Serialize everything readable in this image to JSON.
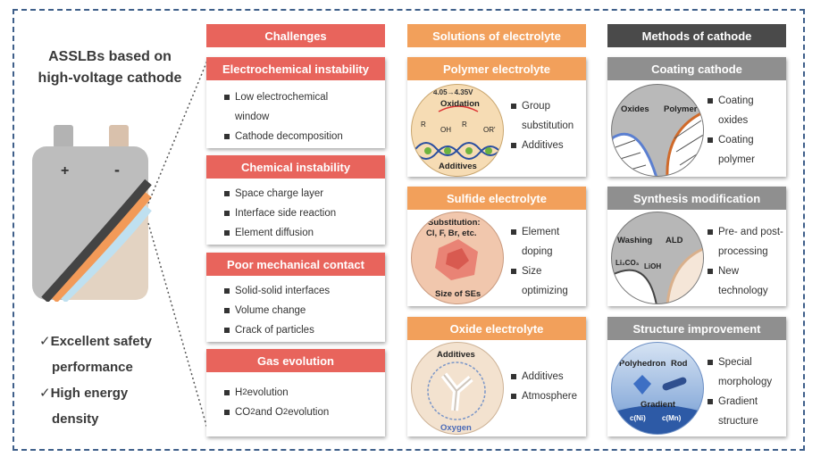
{
  "left": {
    "title_line1": "ASSLBs based on",
    "title_line2": "high-voltage cathode",
    "plus": "+",
    "minus": "-",
    "advantages": [
      {
        "line1": "Excellent safety",
        "line2": "performance"
      },
      {
        "line1": "High energy",
        "line2": "density"
      }
    ],
    "check": "✓"
  },
  "headers": {
    "challenges": "Challenges",
    "solutions": "Solutions of electrolyte",
    "methods": "Methods of cathode"
  },
  "challenges": [
    {
      "title": "Electrochemical instability",
      "items": [
        [
          "Low electrochemical",
          "window"
        ],
        [
          "Cathode decomposition"
        ]
      ]
    },
    {
      "title": "Chemical instability",
      "items": [
        [
          "Space charge layer"
        ],
        [
          "Interface side reaction"
        ],
        [
          "Element diffusion"
        ]
      ]
    },
    {
      "title": "Poor mechanical contact",
      "items": [
        [
          "Solid-solid interfaces"
        ],
        [
          "Volume change"
        ],
        [
          "Crack of particles"
        ]
      ]
    },
    {
      "title": "Gas evolution",
      "items": [
        [
          "H",
          "2",
          " evolution"
        ],
        [
          "CO",
          "2",
          " and O",
          "2",
          " evolution"
        ]
      ]
    }
  ],
  "solutions": [
    {
      "title": "Polymer electrolyte",
      "items": [
        [
          "Group",
          "substitution"
        ],
        [
          "Additives"
        ]
      ],
      "labels": {
        "voltage": "4.05→4.35V",
        "oxidation": "Oxidation",
        "additives": "Additives",
        "r1": "R",
        "oh": "OH",
        "r2": "R",
        "or": "OR'"
      }
    },
    {
      "title": "Sulfide electrolyte",
      "items": [
        [
          "Element",
          "doping"
        ],
        [
          "Size",
          "optimizing"
        ]
      ],
      "labels": {
        "substitution": "Substitution:",
        "elements": "Cl, F, Br, etc.",
        "size": "Size of SEs"
      }
    },
    {
      "title": "Oxide electrolyte",
      "items": [
        [
          "Additives"
        ],
        [
          "Atmosphere"
        ]
      ],
      "labels": {
        "additives": "Additives",
        "oxygen": "Oxygen"
      }
    }
  ],
  "methods": [
    {
      "title": "Coating cathode",
      "items": [
        [
          "Coating",
          "oxides"
        ],
        [
          "Coating",
          "polymer"
        ]
      ],
      "labels": {
        "oxides": "Oxides",
        "polymer": "Polymer"
      }
    },
    {
      "title": "Synthesis modification",
      "items": [
        [
          "Pre- and post-",
          "processing"
        ],
        [
          "New",
          "technology"
        ]
      ],
      "labels": {
        "washing": "Washing",
        "ald": "ALD",
        "li2co3": "Li₂CO₃",
        "lioh": "LiOH"
      }
    },
    {
      "title": "Structure improvement",
      "items": [
        [
          "Special",
          "morphology"
        ],
        [
          "Gradient",
          "structure"
        ]
      ],
      "labels": {
        "polyhedron": "Polyhedron",
        "rod": "Rod",
        "gradient": "Gradient",
        "cni": "c(Ni)",
        "cmn": "c(Mn)"
      }
    }
  ],
  "colors": {
    "red": "#e8645c",
    "orange": "#f2a05b",
    "gray": "#8f8f8f",
    "dark": "#4a4a4a",
    "frame": "#3f5f8a"
  }
}
